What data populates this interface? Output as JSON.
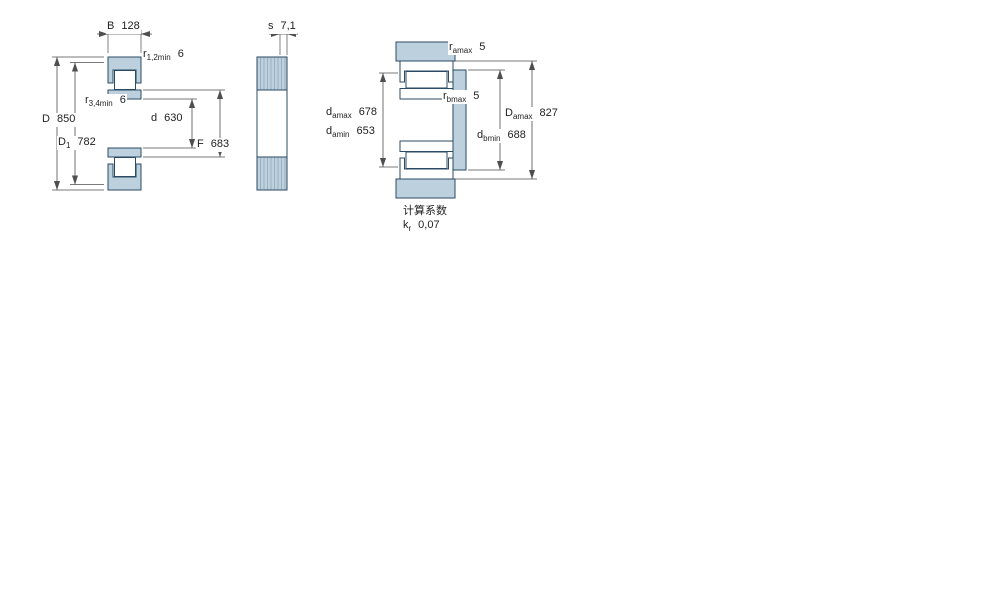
{
  "drawing": {
    "labels": {
      "B": {
        "base": "B",
        "sub": "",
        "value": "128"
      },
      "r12min": {
        "base": "r",
        "sub": "1,2min",
        "value": "6"
      },
      "r34min": {
        "base": "r",
        "sub": "3,4min",
        "value": "6"
      },
      "D": {
        "base": "D",
        "sub": "",
        "value": "850"
      },
      "D1": {
        "base": "D",
        "sub": "1",
        "value": "782"
      },
      "d": {
        "base": "d",
        "sub": "",
        "value": "630"
      },
      "F": {
        "base": "F",
        "sub": "",
        "value": "683"
      },
      "s": {
        "base": "s",
        "sub": "",
        "value": "7,1"
      },
      "ra": {
        "base": "r",
        "sub": "amax",
        "value": "5"
      },
      "rb": {
        "base": "r",
        "sub": "bmax",
        "value": "5"
      },
      "da_max": {
        "base": "d",
        "sub": "amax",
        "value": "678"
      },
      "da_min": {
        "base": "d",
        "sub": "amin",
        "value": "653"
      },
      "Da_max": {
        "base": "D",
        "sub": "amax",
        "value": "827"
      },
      "db_min": {
        "base": "d",
        "sub": "bmin",
        "value": "688"
      }
    },
    "calculation": {
      "title": "计算系数",
      "factor": {
        "base": "k",
        "sub": "r",
        "value": "0,07"
      }
    },
    "colors": {
      "fill": "#bdd0de",
      "line": "#2b4a63",
      "dim": "#4f4f4f",
      "text": "#1f1f1f"
    }
  }
}
